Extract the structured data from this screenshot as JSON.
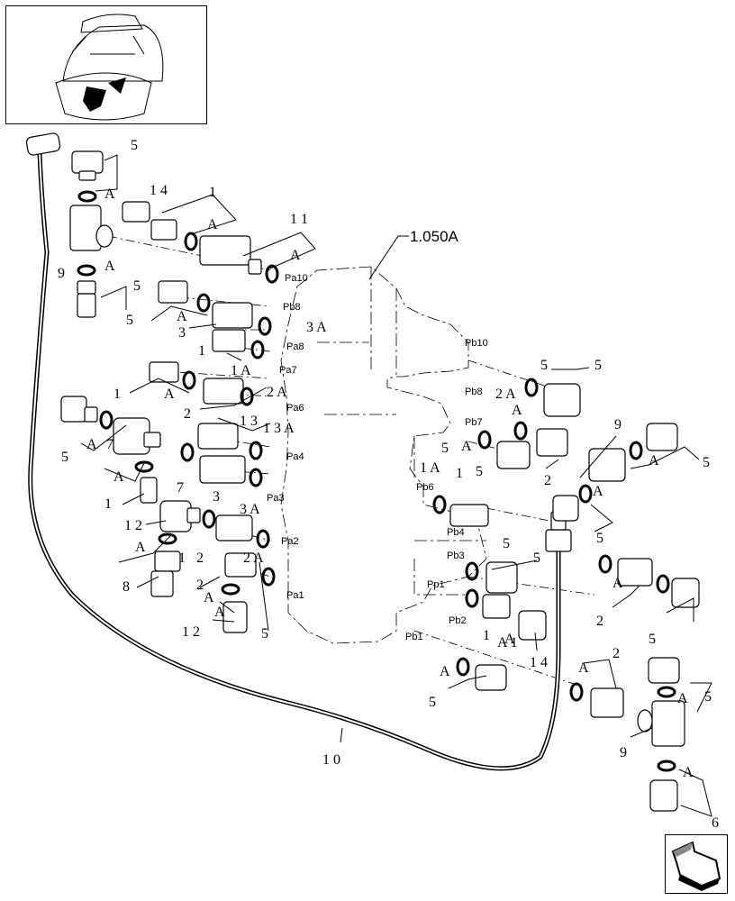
{
  "diagram": {
    "reference_label": "1.050A",
    "port_labels": [
      "Pa10",
      "Pb8",
      "Pa8",
      "Pa7",
      "Pa6",
      "Pa4",
      "Pa3",
      "Pa2",
      "Pa1",
      "Pb10",
      "Pb8",
      "Pb7",
      "Pb6",
      "Pb4",
      "Pb3",
      "Pp1",
      "Pb2",
      "Pb1"
    ],
    "callouts": [
      {
        "text": "5"
      },
      {
        "text": "A"
      },
      {
        "text": "1 4"
      },
      {
        "text": "1"
      },
      {
        "text": "A"
      },
      {
        "text": "1 1"
      },
      {
        "text": "A"
      },
      {
        "text": "9"
      },
      {
        "text": "A"
      },
      {
        "text": "5"
      },
      {
        "text": "5"
      },
      {
        "text": "A"
      },
      {
        "text": "3"
      },
      {
        "text": "3 A"
      },
      {
        "text": "1"
      },
      {
        "text": "1 A"
      },
      {
        "text": "1"
      },
      {
        "text": "A"
      },
      {
        "text": "2"
      },
      {
        "text": "2 A"
      },
      {
        "text": "1 3"
      },
      {
        "text": "1 3 A"
      },
      {
        "text": "5"
      },
      {
        "text": "A"
      },
      {
        "text": "7"
      },
      {
        "text": "A"
      },
      {
        "text": "1"
      },
      {
        "text": "7"
      },
      {
        "text": "3"
      },
      {
        "text": "3 A"
      },
      {
        "text": "1 2"
      },
      {
        "text": "A"
      },
      {
        "text": "1"
      },
      {
        "text": "2"
      },
      {
        "text": "2 A"
      },
      {
        "text": "8"
      },
      {
        "text": "2"
      },
      {
        "text": "A"
      },
      {
        "text": "5"
      },
      {
        "text": "1 2"
      },
      {
        "text": "A"
      },
      {
        "text": "5"
      },
      {
        "text": "2 A"
      },
      {
        "text": "5"
      },
      {
        "text": "A"
      },
      {
        "text": "5"
      },
      {
        "text": "2"
      },
      {
        "text": "9"
      },
      {
        "text": "5"
      },
      {
        "text": "A"
      },
      {
        "text": "1 A"
      },
      {
        "text": "1"
      },
      {
        "text": "5"
      },
      {
        "text": "A"
      },
      {
        "text": "5"
      },
      {
        "text": "2"
      },
      {
        "text": "A"
      },
      {
        "text": "5"
      },
      {
        "text": "5"
      },
      {
        "text": "1"
      },
      {
        "text": "A 1"
      },
      {
        "text": "1 4"
      },
      {
        "text": "A"
      },
      {
        "text": "5"
      },
      {
        "text": "2"
      },
      {
        "text": "A"
      },
      {
        "text": "5"
      },
      {
        "text": "9"
      },
      {
        "text": "A"
      },
      {
        "text": "6"
      },
      {
        "text": "1 0"
      },
      {
        "text": "A"
      },
      {
        "text": "A"
      },
      {
        "text": "5"
      },
      {
        "text": "A"
      }
    ]
  }
}
